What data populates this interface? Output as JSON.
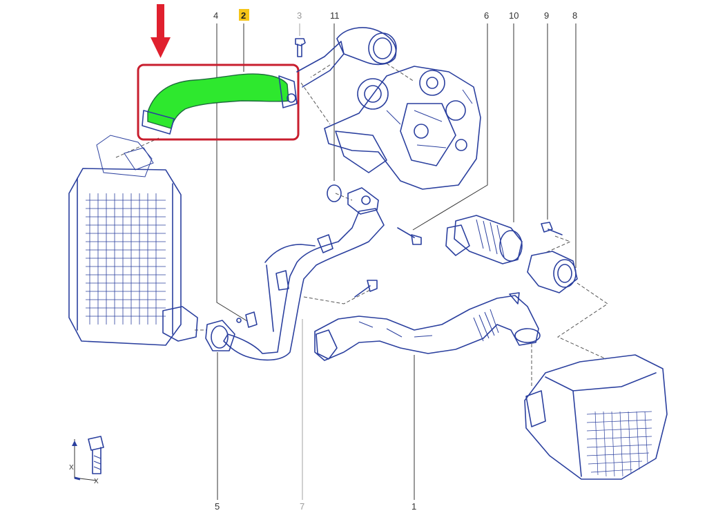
{
  "callouts": {
    "c4": "4",
    "c2": "2",
    "c3": "3",
    "c11": "11",
    "c6": "6",
    "c10": "10",
    "c9": "9",
    "c8": "8",
    "c5": "5",
    "c7": "7",
    "c1": "1"
  },
  "highlight": {
    "part_callout": "2",
    "fill_color": "#2ee82e",
    "frame_color": "#c81e2e",
    "arrow_color": "#e0202e",
    "label_bg_color": "#f5c518"
  },
  "line_color": "#2a3f9e",
  "torque_symbol_labels": [
    "X",
    "X"
  ]
}
